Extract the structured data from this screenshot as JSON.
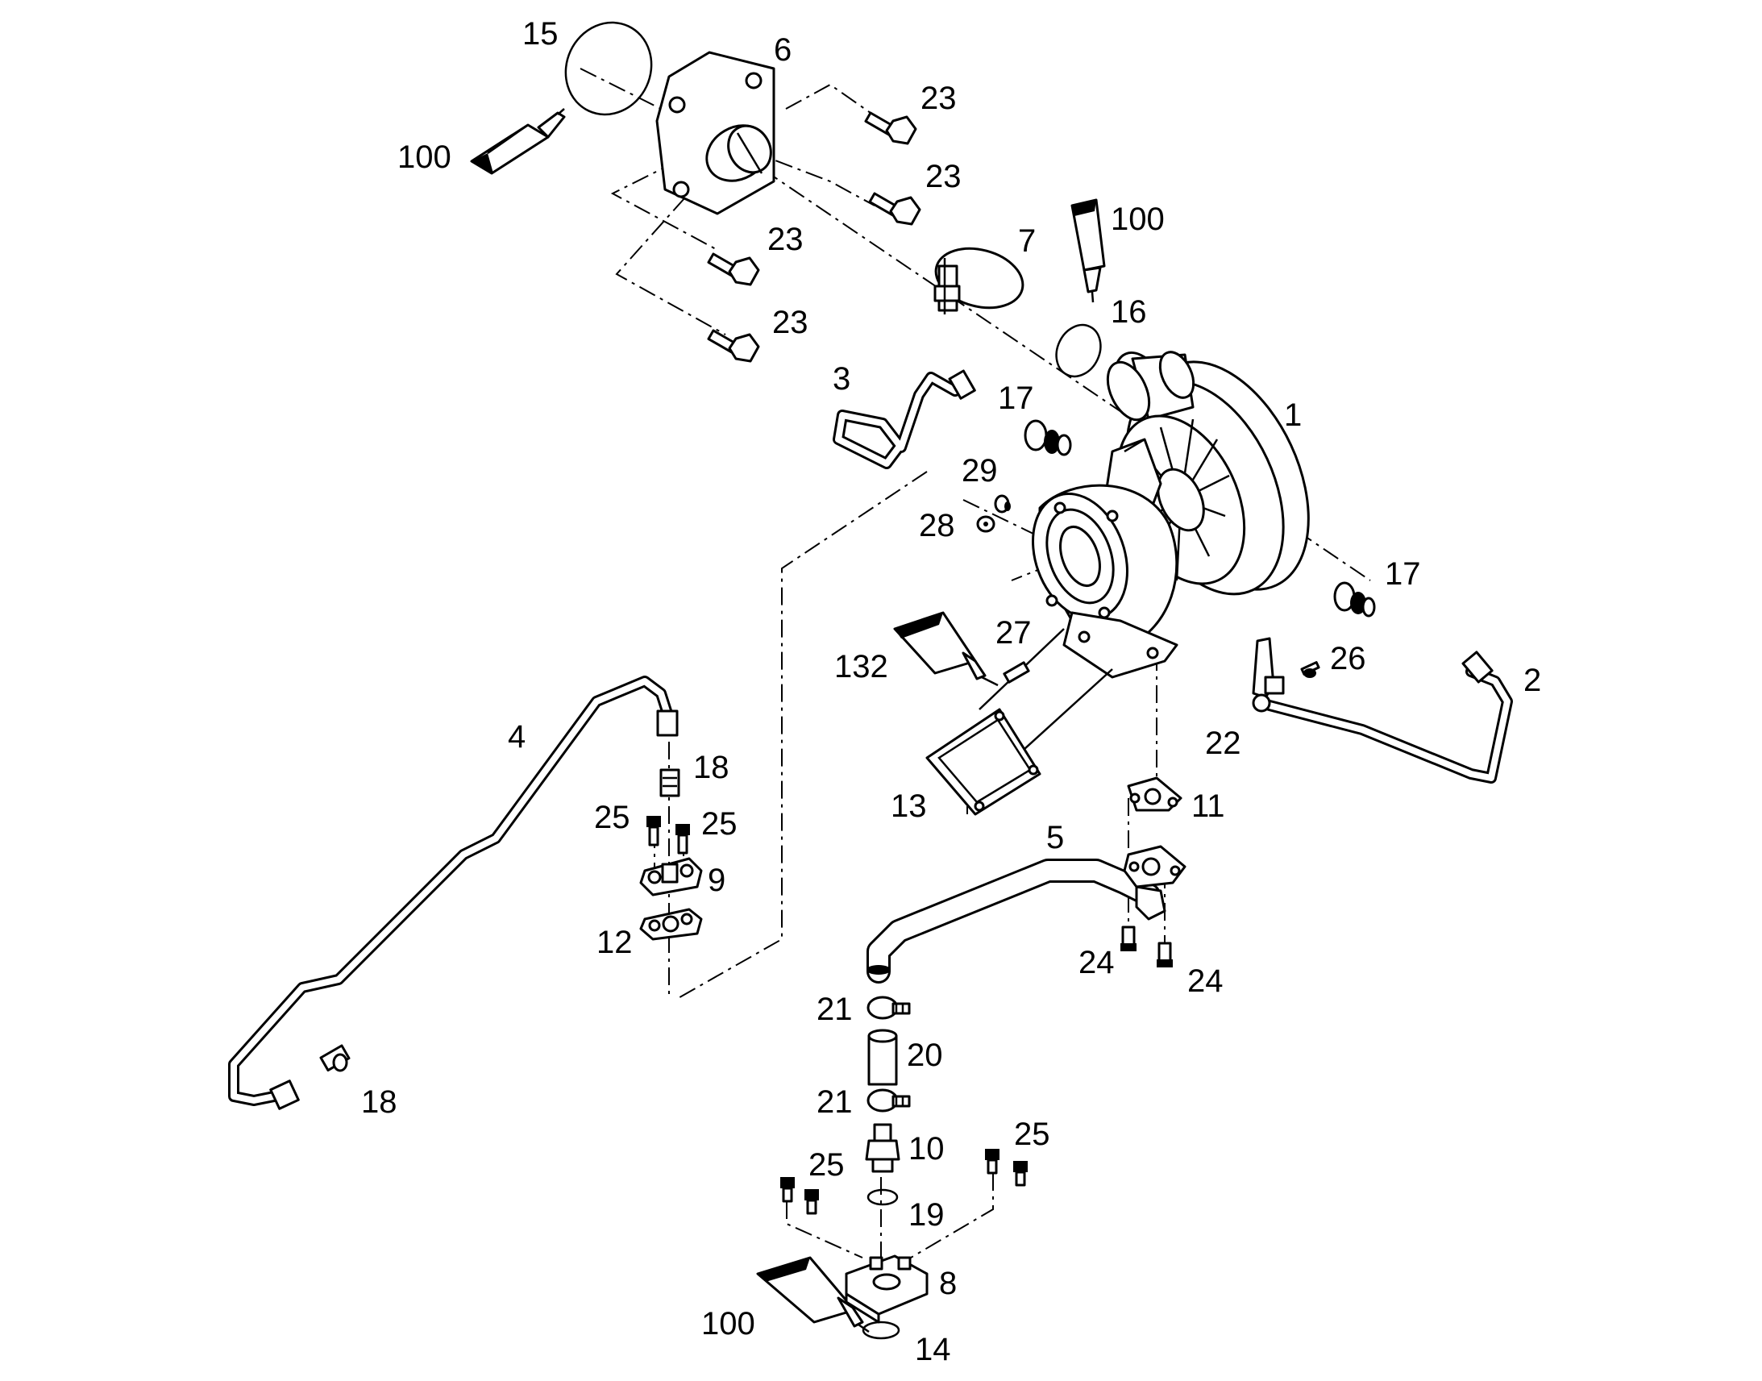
{
  "diagram": {
    "callouts": [
      {
        "id": "c15",
        "text": "15"
      },
      {
        "id": "c6",
        "text": "6"
      },
      {
        "id": "c100a",
        "text": "100"
      },
      {
        "id": "c23a",
        "text": "23"
      },
      {
        "id": "c23b",
        "text": "23"
      },
      {
        "id": "c23c",
        "text": "23"
      },
      {
        "id": "c23d",
        "text": "23"
      },
      {
        "id": "c100b",
        "text": "100"
      },
      {
        "id": "c7",
        "text": "7"
      },
      {
        "id": "c16",
        "text": "16"
      },
      {
        "id": "c3",
        "text": "3"
      },
      {
        "id": "c17a",
        "text": "17"
      },
      {
        "id": "c1",
        "text": "1"
      },
      {
        "id": "c29",
        "text": "29"
      },
      {
        "id": "c28",
        "text": "28"
      },
      {
        "id": "c17b",
        "text": "17"
      },
      {
        "id": "c27",
        "text": "27"
      },
      {
        "id": "c132",
        "text": "132"
      },
      {
        "id": "c26",
        "text": "26"
      },
      {
        "id": "c2",
        "text": "2"
      },
      {
        "id": "c4",
        "text": "4"
      },
      {
        "id": "c18a",
        "text": "18"
      },
      {
        "id": "c22",
        "text": "22"
      },
      {
        "id": "c25a",
        "text": "25"
      },
      {
        "id": "c25b",
        "text": "25"
      },
      {
        "id": "c13",
        "text": "13"
      },
      {
        "id": "c11",
        "text": "11"
      },
      {
        "id": "c5",
        "text": "5"
      },
      {
        "id": "c9",
        "text": "9"
      },
      {
        "id": "c12",
        "text": "12"
      },
      {
        "id": "c24a",
        "text": "24"
      },
      {
        "id": "c24b",
        "text": "24"
      },
      {
        "id": "c21a",
        "text": "21"
      },
      {
        "id": "c20",
        "text": "20"
      },
      {
        "id": "c18b",
        "text": "18"
      },
      {
        "id": "c21b",
        "text": "21"
      },
      {
        "id": "c25c",
        "text": "25"
      },
      {
        "id": "c10",
        "text": "10"
      },
      {
        "id": "c25d",
        "text": "25"
      },
      {
        "id": "c19",
        "text": "19"
      },
      {
        "id": "c8",
        "text": "8"
      },
      {
        "id": "c100c",
        "text": "100"
      },
      {
        "id": "c14",
        "text": "14"
      }
    ]
  }
}
